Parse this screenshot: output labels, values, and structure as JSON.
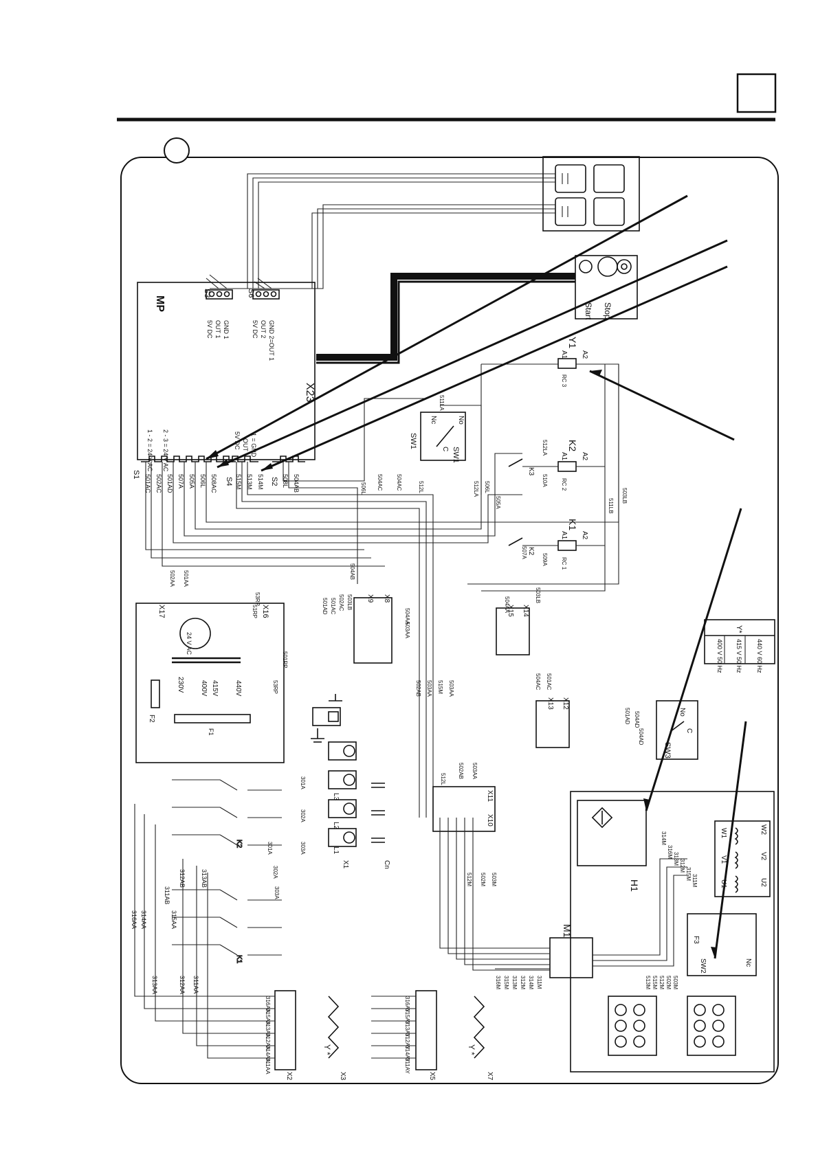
{
  "page": {
    "corner_box": "",
    "section_circle": ""
  },
  "labels": {
    "mp": "MP",
    "x23": "X23",
    "s1": "S1",
    "s2": "S2",
    "s3": "S3",
    "s4": "S4",
    "s6": "S6",
    "s1_note1": "1 - 2 = 24 V AC",
    "s1_note2": "2 - 3 = 24 V AC",
    "s4_note1": "5V DC",
    "s4_note2": "OUT",
    "s4_note3": "1 = GND",
    "s3_pins": [
      "5V DC",
      "OUT 1",
      "GND 1"
    ],
    "s6_pins": [
      "5V DC",
      "OUT 2",
      "GND 2=OUT 1"
    ],
    "start": "Start",
    "stop": "Stop",
    "y1": "Y1",
    "k1": "K1",
    "k2": "K2",
    "k3": "K3",
    "sw1": "SW1",
    "sw2": "SW2",
    "sw3": "SW3",
    "nc": "Nc",
    "no": "No",
    "c": "C",
    "a1": "A1",
    "a2": "A2",
    "rc1": "RC 1",
    "rc2": "RC 2",
    "rc3": "RC 3",
    "x17": "X17",
    "x16": "X16",
    "x9": "X9",
    "x8": "X8",
    "x15": "X15",
    "x14": "X14",
    "x13": "X13",
    "x12": "X12",
    "x11": "X11",
    "x10": "X10",
    "x1": "X1",
    "x2": "X2",
    "x3": "X3",
    "x5": "X5",
    "x7": "X7",
    "f2": "F2",
    "f1": "F1",
    "f3": "F3",
    "m1": "M1",
    "h1": "H1",
    "cn": "Cn",
    "l1": "L1",
    "l2": "L2",
    "l3": "L3",
    "u2": "U2",
    "v2": "V2",
    "w2": "W2",
    "u1": "U1",
    "v1": "V1",
    "w1": "W1",
    "ystar1": "Y *",
    "ystar2": "Y *",
    "xfmr_24v": "24 V AC",
    "xfmr_taps": [
      "230V",
      "400V",
      "415V",
      "440V"
    ]
  },
  "s1_wires": [
    "501AC",
    "502AC",
    "501AD",
    "507A",
    "505A",
    "506L",
    "508AC"
  ],
  "s4_wires": [
    "515M",
    "513M",
    "514M"
  ],
  "s2_wires": [
    "508L",
    "504AB"
  ],
  "wire_labels": {
    "mid": [
      "506L",
      "504AC",
      "504AC",
      "512L",
      "502AB",
      "503AA",
      "515M",
      "503AA",
      "512LA",
      "506L",
      "505A",
      "511LB",
      "503LB",
      "511LA",
      "510A",
      "509A",
      "507A",
      "512LA",
      "503LB",
      "504AB",
      "503LB",
      "504AA",
      "503AA",
      "502AC",
      "501AC",
      "501AD",
      "502AA",
      "501AA",
      "504AA",
      "504AC",
      "501AC",
      "501AD",
      "504AD",
      "504AD",
      "501RP",
      "53RP",
      "53RP",
      "51RP",
      "301A",
      "302A",
      "303A",
      "303A",
      "302A",
      "301A",
      "512L",
      "502AB",
      "503AA",
      "512M",
      "502M",
      "503M"
    ],
    "contactor": [
      "313AB",
      "312AB",
      "311AB",
      "315AA",
      "316AA",
      "314AA",
      "313AA",
      "312AA",
      "311AA"
    ],
    "x2": [
      "316AA",
      "315AA",
      "313AA",
      "312AA",
      "314AA",
      "311AA"
    ],
    "x5": [
      "316AY",
      "315AY",
      "313AY",
      "312AY",
      "314AY",
      "311AY"
    ],
    "x7": [
      "316M",
      "315M",
      "313M",
      "312M",
      "314M",
      "311M"
    ],
    "motor": [
      "314M",
      "316M",
      "313M",
      "312M",
      "315M",
      "311M",
      "513M",
      "515M",
      "512M",
      "502M",
      "503M"
    ]
  },
  "voltage_table": {
    "header": "Y*",
    "rows": [
      "400 V 50 Hz",
      "415 V 50 Hz",
      "440 V 60 Hz"
    ]
  }
}
